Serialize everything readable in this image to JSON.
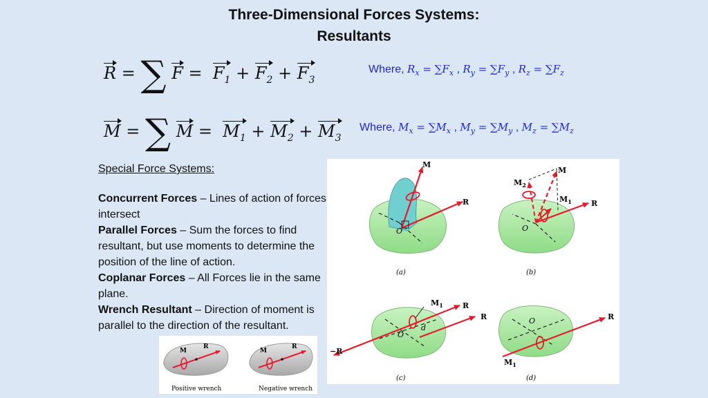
{
  "title": {
    "line1": "Three-Dimensional Forces Systems:",
    "line2": "Resultants"
  },
  "equation_R": {
    "lhs": "R",
    "sum_symbol": "∑",
    "summand": "F",
    "terms": [
      "F",
      "F",
      "F"
    ],
    "subscripts": [
      "1",
      "2",
      "3"
    ]
  },
  "where_R": {
    "prefix": "Where,",
    "components": [
      {
        "sym": "R",
        "sub": "x",
        "rhs": "F",
        "rsub": "x"
      },
      {
        "sym": "R",
        "sub": "y",
        "rhs": "F",
        "rsub": "y"
      },
      {
        "sym": "R",
        "sub": "z",
        "rhs": "F",
        "rsub": "z"
      }
    ]
  },
  "equation_M": {
    "lhs": "M",
    "sum_symbol": "∑",
    "summand": "M",
    "terms": [
      "M",
      "M",
      "M"
    ],
    "subscripts": [
      "1",
      "2",
      "3"
    ]
  },
  "where_M": {
    "prefix": "Where,",
    "components": [
      {
        "sym": "M",
        "sub": "x",
        "rhs": "M",
        "rsub": "x"
      },
      {
        "sym": "M",
        "sub": "y",
        "rhs": "M",
        "rsub": "y"
      },
      {
        "sym": "M",
        "sub": "z",
        "rhs": "M",
        "rsub": "z"
      }
    ]
  },
  "special": {
    "heading": "Special Force Systems:",
    "items": [
      {
        "term": "Concurrent Forces",
        "desc": " – Lines of action of forces intersect"
      },
      {
        "term": "Parallel Forces",
        "desc": " – Sum the forces to find resultant, but use moments to determine the position of the line of action."
      },
      {
        "term": "Coplanar Forces",
        "desc": " – All Forces lie in the same plane."
      },
      {
        "term": "Wrench Resultant",
        "desc": " – Direction of moment is parallel to the direction of the resultant."
      }
    ]
  },
  "figure": {
    "labels": {
      "M": "M",
      "R": "R",
      "O": "O",
      "M1": "M",
      "M2": "M",
      "sub1": "1",
      "sub2": "2",
      "d": "d",
      "negR": "−R"
    },
    "captions": [
      "(a)",
      "(b)",
      "(c)",
      "(d)"
    ]
  },
  "wrench": {
    "positive_caption": "Positive wrench",
    "negative_caption": "Negative wrench",
    "M": "M",
    "R": "R"
  },
  "colors": {
    "background": "#dbe7f4",
    "accent_blue": "#1c28d6",
    "force_red": "#e8192c",
    "body_green": "#a8e6a0",
    "body_teal": "#6fd0cf"
  }
}
